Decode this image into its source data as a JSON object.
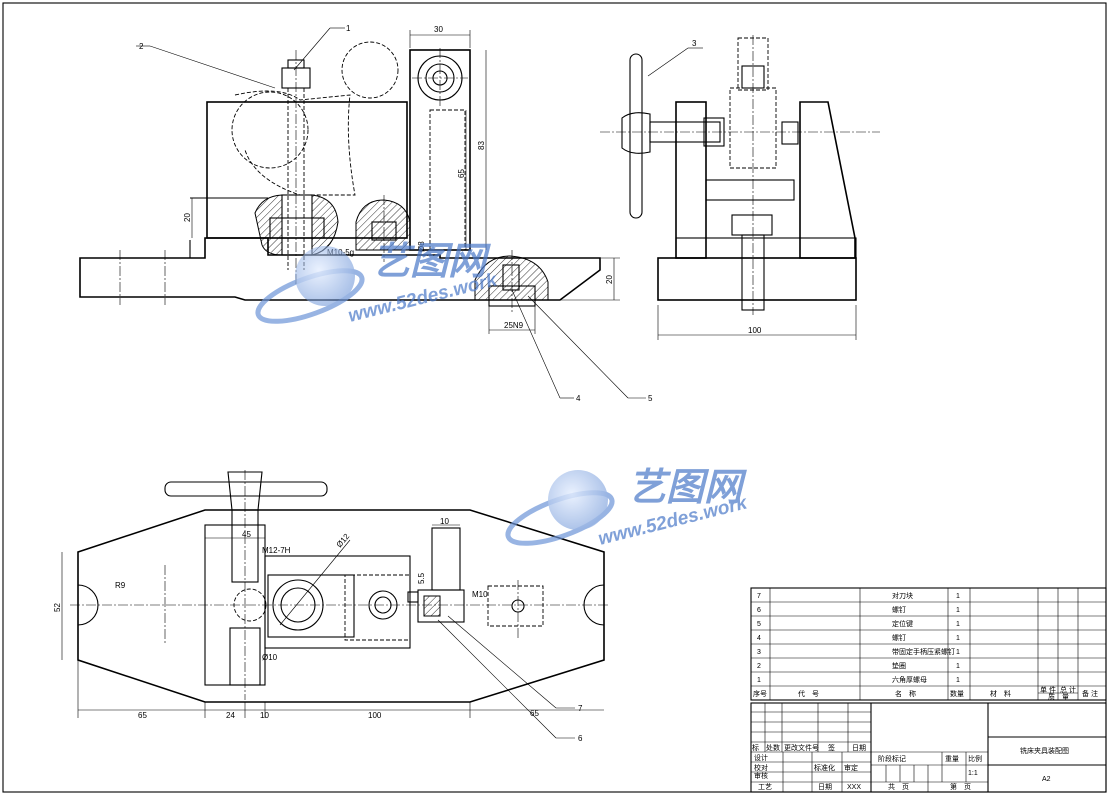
{
  "balloons": [
    "1",
    "2",
    "3",
    "4",
    "5",
    "6",
    "7"
  ],
  "dimensions": {
    "front_width_top": "30",
    "front_height_right": "83",
    "front_inner_height": "65",
    "front_h20": "20",
    "front_thread": "M10-5g",
    "front_phi": "Ø8",
    "front_key_h": "20",
    "front_key_w": "25N9",
    "side_width": "100",
    "plan_phi12": "Ø12",
    "plan_45": "45",
    "plan_thread": "M12-7H",
    "plan_r": "R9",
    "plan_h52": "52",
    "plan_phi10": "Ø10",
    "plan_10": "10",
    "plan_5_5": "5.5",
    "plan_m10": "M10",
    "plan_65_left": "65",
    "plan_24": "24",
    "plan_10b": "10",
    "plan_100": "100",
    "plan_65_right": "65"
  },
  "bom": {
    "rows": [
      {
        "no": "7",
        "code": "",
        "name": "对刀块",
        "qty": "1"
      },
      {
        "no": "6",
        "code": "",
        "name": "螺钉",
        "qty": "1"
      },
      {
        "no": "5",
        "code": "",
        "name": "定位键",
        "qty": "1"
      },
      {
        "no": "4",
        "code": "",
        "name": "螺钉",
        "qty": "1"
      },
      {
        "no": "3",
        "code": "",
        "name": "带固定手柄压紧螺钉",
        "qty": "1"
      },
      {
        "no": "2",
        "code": "",
        "name": "垫圈",
        "qty": "1"
      },
      {
        "no": "1",
        "code": "",
        "name": "六角厚螺母",
        "qty": "1"
      }
    ],
    "header": {
      "no": "序号",
      "code": "代　号",
      "name": "名　称",
      "qty": "数量",
      "material": "材　料",
      "single": "单 件",
      "total": "总 计",
      "weight": "质　量",
      "remark": "备 注"
    }
  },
  "title_block": {
    "rev_labels": [
      "标",
      "处数",
      "更改文件号",
      "签",
      "日期"
    ],
    "design": "设计",
    "std": "标准化",
    "check": "校对",
    "approve": "审核",
    "process": "工艺",
    "review": "审定",
    "date": "日期",
    "stage": "阶段标记",
    "weight": "重量",
    "scale": "比例",
    "scale_val": "1:1",
    "date_val": "XXX",
    "sheets": "共　页",
    "sheet": "第　页",
    "drawing_title": "铣床夹具装配图",
    "size": "A2"
  },
  "watermark": {
    "cn": "艺图网",
    "url": "www.52des.work"
  }
}
